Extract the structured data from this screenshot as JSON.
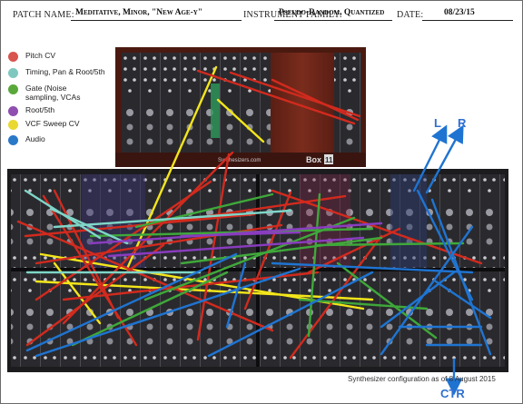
{
  "header": {
    "patch_name_label": "PATCH NAME:",
    "patch_name_value": "Meditative, Minor, \"New Age-y\"",
    "instrument_family_label": "INSTRUMENT FAMILY:",
    "instrument_family_value": "Pseudo-Random, Quantized",
    "date_label": "DATE:",
    "date_value": "08/23/15"
  },
  "legend": [
    {
      "label": "Pitch CV",
      "color": "#d9534f"
    },
    {
      "label": "Timing, Pan & Root/5th",
      "color": "#7fc8c0"
    },
    {
      "label": "Gate (Noise sampling, VCAs",
      "color": "#5aa83a"
    },
    {
      "label": "Root/5th",
      "color": "#8e4fb0"
    },
    {
      "label": "VCF Sweep CV",
      "color": "#e8d830"
    },
    {
      "label": "Audio",
      "color": "#2a78c8"
    }
  ],
  "outputs": {
    "left": "L",
    "right": "R",
    "center": "CTR"
  },
  "top_box_label": "Box",
  "top_box_number": "11",
  "top_box_brand": "Synthesizers.com",
  "caption": "Synthesizer configuration as of 8 August 2015",
  "colors": {
    "red": "#d22a1e",
    "yellow": "#f4e61a",
    "green": "#3fa83a",
    "teal": "#7fd6c8",
    "purple": "#8a3cc0",
    "blue": "#1f74d2",
    "panel": "#2b2b2e",
    "cabinet": "#6a2418"
  }
}
